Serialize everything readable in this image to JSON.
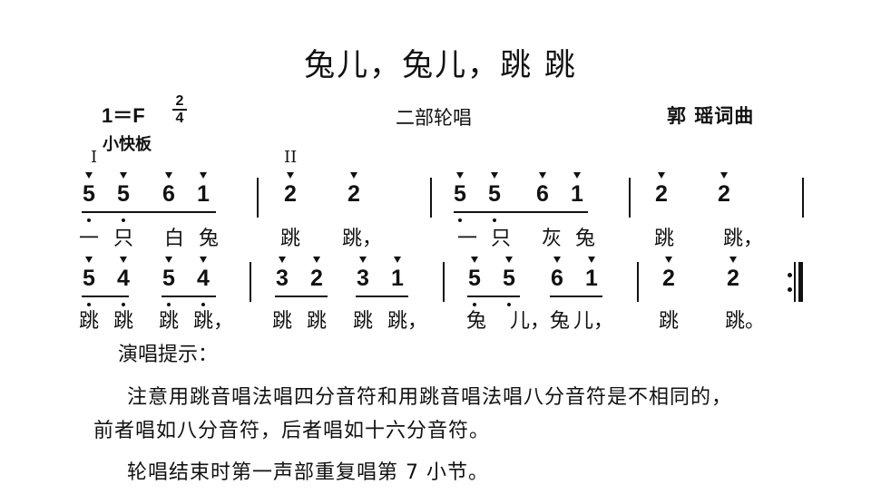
{
  "title": "兔儿，兔儿，跳 跳",
  "key": "1＝F",
  "time_signature": {
    "top": "2",
    "bottom": "4"
  },
  "subtitle": "二部轮唱",
  "credit": "郭  瑶词曲",
  "tempo": "小快板",
  "part_markers": [
    "I",
    "II"
  ],
  "line1": {
    "notes": [
      "5",
      "5",
      "6",
      "1",
      "2",
      "2",
      "5",
      "5",
      "6",
      "1",
      "2",
      "2"
    ],
    "lyrics": [
      "一",
      "只",
      "白",
      "兔",
      "跳",
      "跳，",
      "一",
      "只",
      "灰",
      "兔",
      "跳",
      "跳，"
    ]
  },
  "line2": {
    "notes": [
      "5",
      "4",
      "5",
      "4",
      "3",
      "2",
      "3",
      "1",
      "5",
      "5",
      "6",
      "1",
      "2",
      "2"
    ],
    "lyrics": [
      "跳",
      "跳",
      "跳",
      "跳，",
      "跳",
      "跳",
      "跳",
      "跳，",
      "兔",
      "儿，兔",
      "儿，",
      "跳",
      "跳。"
    ]
  },
  "hints": {
    "title": "演唱提示：",
    "lines": [
      "注意用跳音唱法唱四分音符和用跳音唱法唱八分音符是不相同的，",
      "前者唱如八分音符，后者唱如十六分音符。",
      "轮唱结束时第一声部重复唱第 7 小节。"
    ]
  }
}
